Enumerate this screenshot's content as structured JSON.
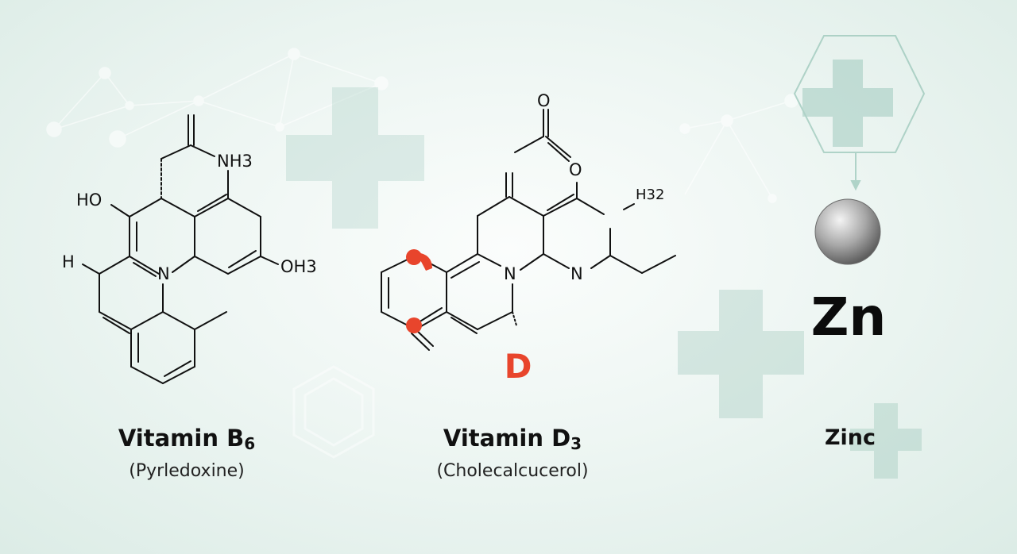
{
  "compounds": [
    {
      "name_main": "Vitamin B",
      "name_sub": "6",
      "common_name": "(Pyrledoxine)"
    },
    {
      "name_main": "Vitamin D",
      "name_sub": "3",
      "common_name": "(Cholecalcucerol)"
    },
    {
      "name_main": "Zinc",
      "name_sub": "",
      "common_name": ""
    }
  ],
  "b6_atoms": {
    "ho": "HO",
    "h": "H",
    "nh3": "NH3",
    "n": "N",
    "oh3": "OH3"
  },
  "d3_atoms": {
    "o_top": "O",
    "o_mid": "O",
    "h32": "H32",
    "n1": "N",
    "n2": "N",
    "d_mark": "D"
  },
  "zinc": {
    "symbol": "Zn"
  },
  "colors": {
    "accent_red": "#e8452c",
    "mint": "#9fcbbd",
    "ink": "#111111"
  },
  "icons": [
    "plus-cross-icon",
    "hexagon-icon",
    "molecule-network-icon",
    "zinc-sphere-icon"
  ]
}
